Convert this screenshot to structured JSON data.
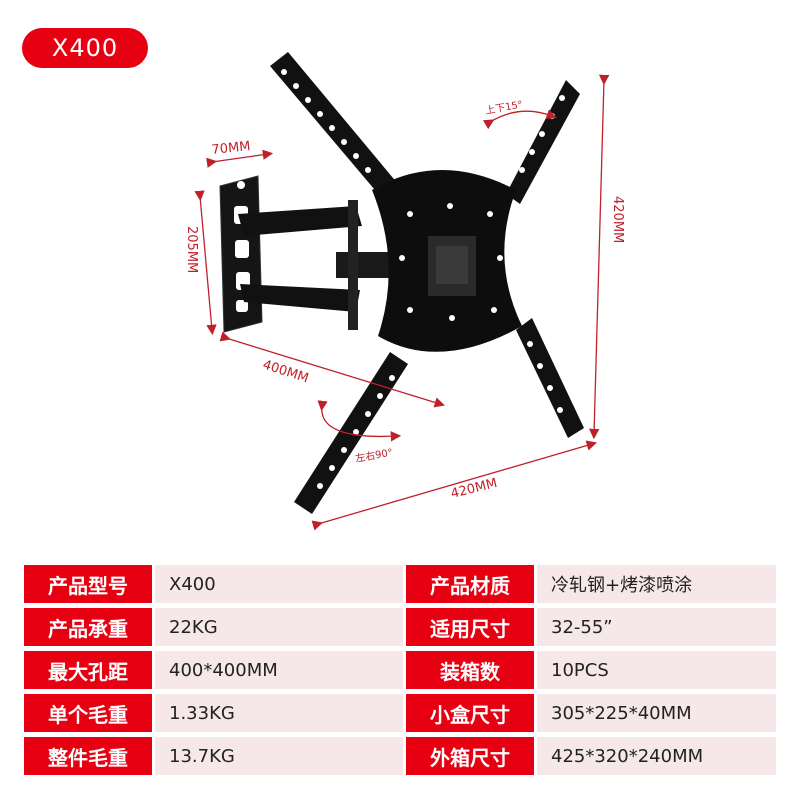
{
  "model_badge": "X400",
  "dimensions": {
    "width_70": "70MM",
    "height_205": "205MM",
    "reach_400": "400MM",
    "height_420": "420MM",
    "width_420": "420MM",
    "tilt": "上下15°",
    "swivel": "左右90°"
  },
  "specs": [
    {
      "label_l": "产品型号",
      "value_l": "X400",
      "label_r": "产品材质",
      "value_r": "冷轧钢+烤漆喷涂"
    },
    {
      "label_l": "产品承重",
      "value_l": "22KG",
      "label_r": "适用尺寸",
      "value_r": "32-55”"
    },
    {
      "label_l": "最大孔距",
      "value_l": "400*400MM",
      "label_r": "装箱数",
      "value_r": "10PCS"
    },
    {
      "label_l": "单个毛重",
      "value_l": "1.33KG",
      "label_r": "小盒尺寸",
      "value_r": "305*225*40MM"
    },
    {
      "label_l": "整件毛重",
      "value_l": "13.7KG",
      "label_r": "外箱尺寸",
      "value_r": "425*320*240MM"
    }
  ],
  "colors": {
    "accent": "#e60012",
    "row_bg": "#f6e7e8",
    "dimension_line": "#c0202a"
  }
}
